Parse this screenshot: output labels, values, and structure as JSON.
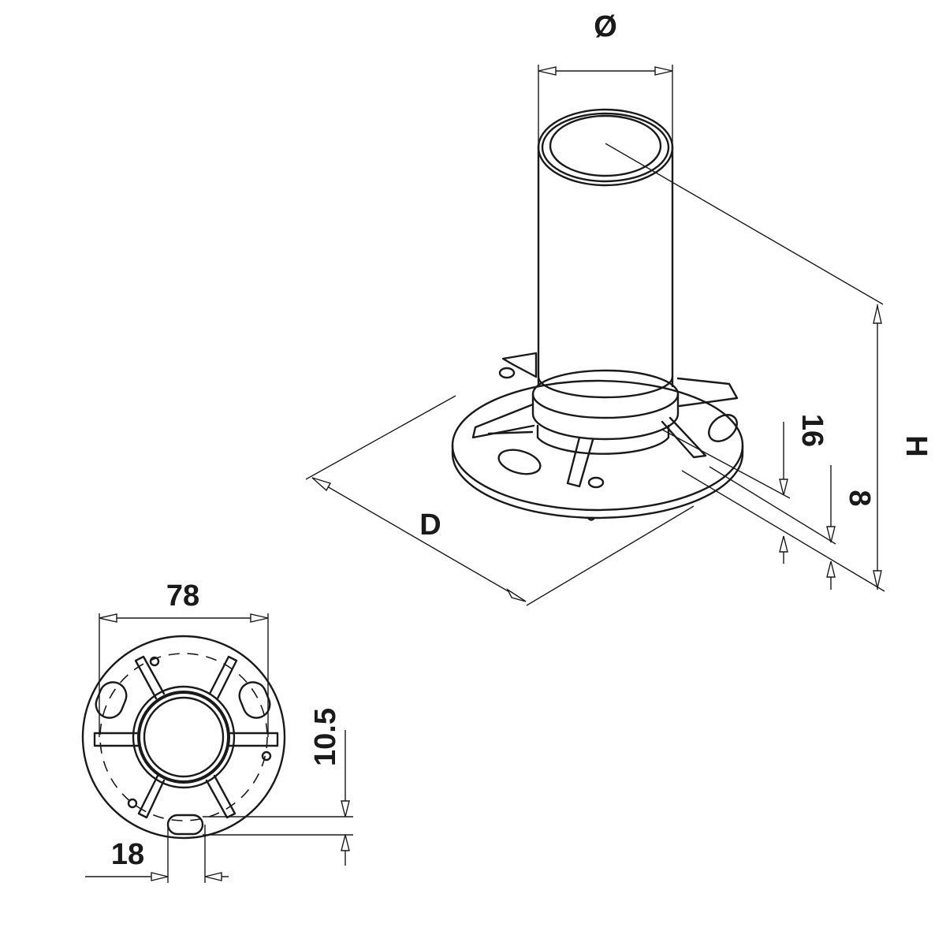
{
  "drawing": {
    "title": "Round base flange post fitting - technical drawing",
    "line_color": "#1a1a1a",
    "background": "#ffffff"
  },
  "isometric_view": {
    "labels": {
      "diameter": "Ø",
      "height": "H",
      "flange_diameter": "D",
      "flange_thickness_total": "16",
      "plate_thickness": "8"
    }
  },
  "top_view": {
    "labels": {
      "width": "78",
      "slot_offset": "10.5",
      "slot_width": "18"
    }
  }
}
